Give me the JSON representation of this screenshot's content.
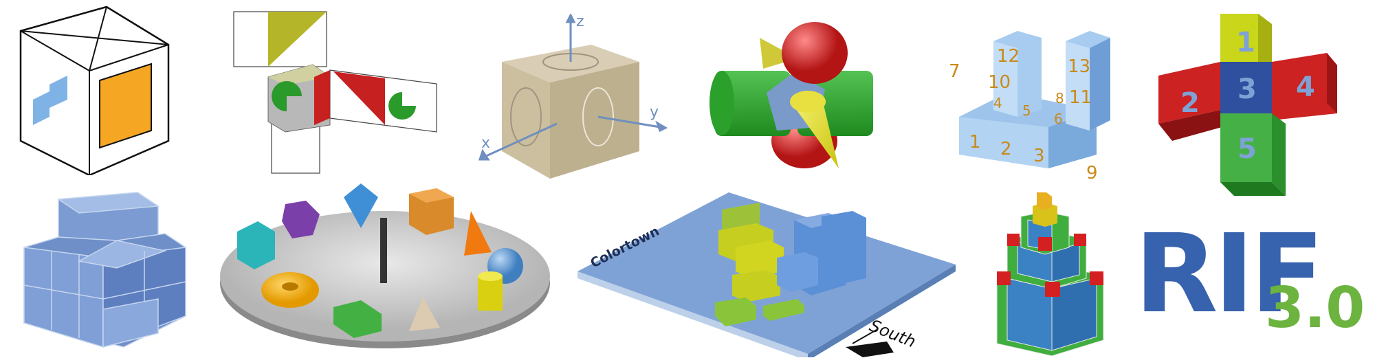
{
  "axes": {
    "z": "z",
    "y": "y",
    "x": "x"
  },
  "cube_numbers": [
    "12",
    "13",
    "7",
    "10",
    "8",
    "11",
    "4",
    "5",
    "6",
    "1",
    "2",
    "3",
    "9"
  ],
  "cross_numbers": [
    "1",
    "2",
    "3",
    "4",
    "5"
  ],
  "map": {
    "city": "Colortown",
    "direction": "South"
  },
  "logo": {
    "main": "RIF",
    "version": "3.0"
  },
  "colors": {
    "blue": "#7fa2d6",
    "orange": "#f5a623",
    "olive": "#b5b52a",
    "red": "#c62020",
    "green": "#3fae3f",
    "yellow": "#d9d620",
    "logo_blue": "#3762ad",
    "logo_green": "#6cb33f"
  }
}
